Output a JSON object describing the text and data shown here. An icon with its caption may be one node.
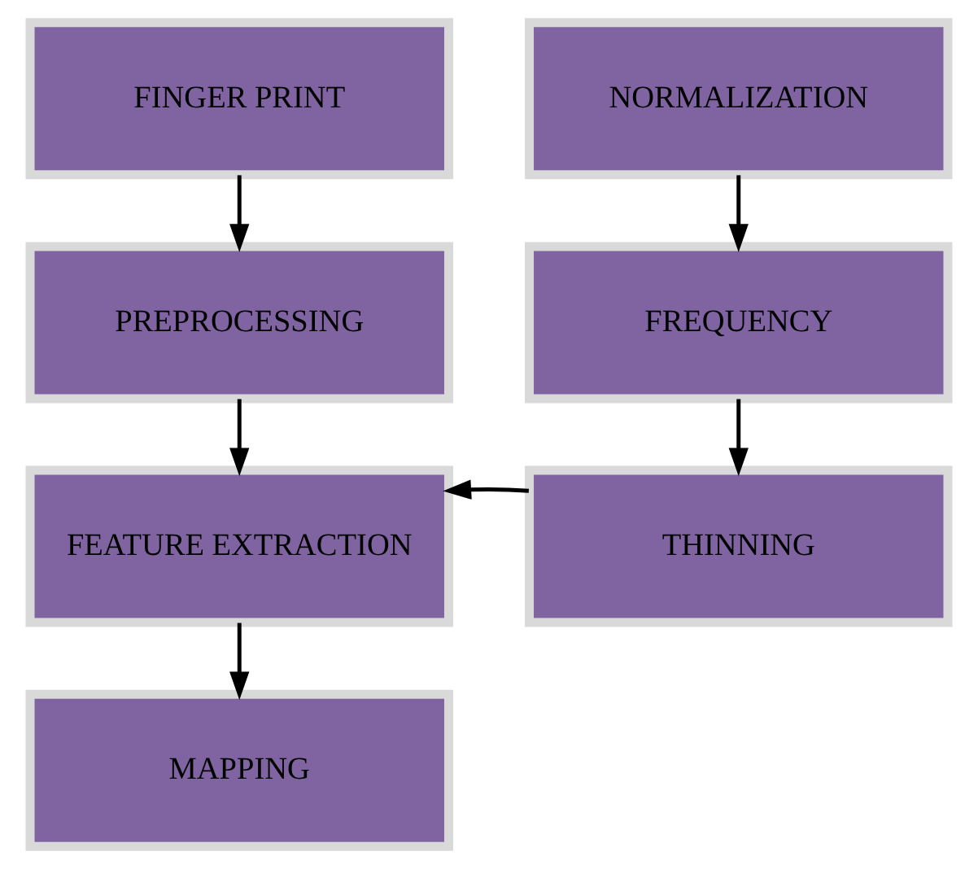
{
  "diagram": {
    "nodes": [
      {
        "text": [
          "FINGER PRINT"
        ]
      },
      {
        "text": [
          "NORMALIZATION"
        ]
      },
      {
        "text": [
          "PREPROCESSING"
        ]
      },
      {
        "text": [
          "FREQUENCY"
        ]
      },
      {
        "text": [
          "FEATURE EXTRACTION"
        ]
      },
      {
        "text": [
          "THINNING"
        ]
      },
      {
        "text": [
          "MAPPING"
        ]
      }
    ],
    "edges": [
      {
        "from": 0,
        "to": 2,
        "arrow": "to"
      },
      {
        "from": 1,
        "to": 3,
        "arrow": "to"
      },
      {
        "from": 2,
        "to": 4,
        "arrow": "to"
      },
      {
        "from": 3,
        "to": 5,
        "arrow": "to"
      },
      {
        "from": 5,
        "to": 4,
        "arrow": "to"
      },
      {
        "from": 4,
        "to": 6,
        "arrow": "to"
      }
    ]
  }
}
